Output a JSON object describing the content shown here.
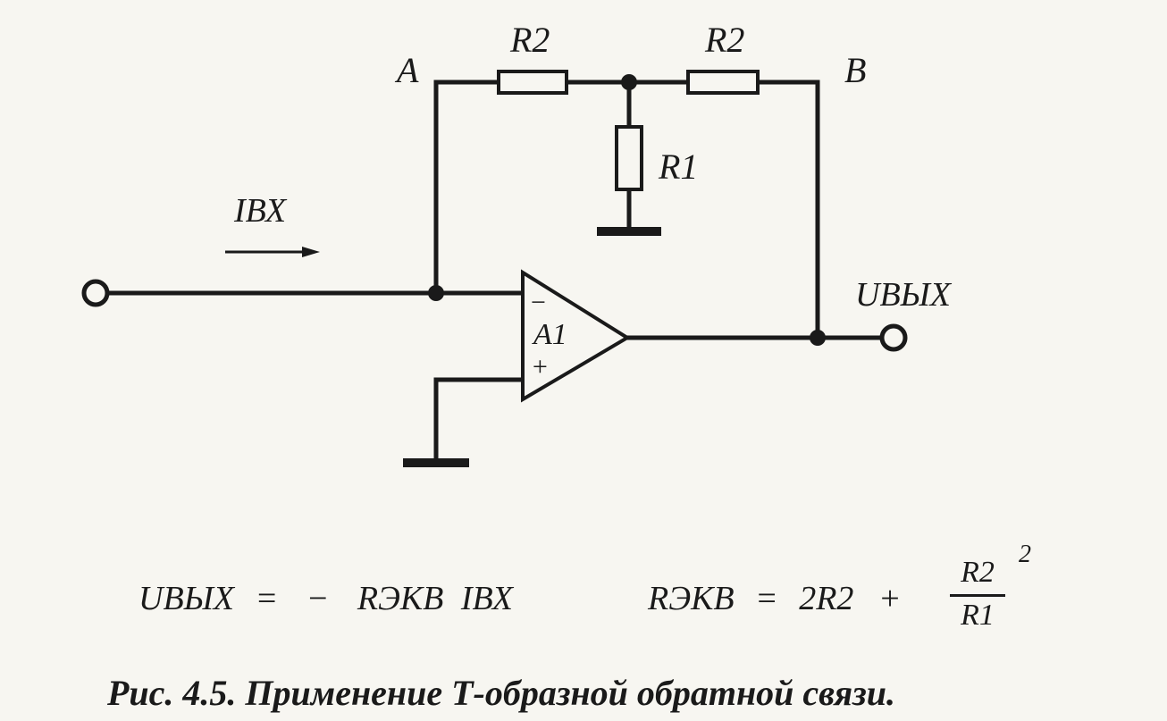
{
  "figure": {
    "labels": {
      "node_a": "A",
      "node_b": "B",
      "r2_left": "R2",
      "r2_right": "R2",
      "r1": "R1",
      "input_current": "IВХ",
      "output_voltage": "UВЫХ",
      "opamp": "A1",
      "inverting_input": "−",
      "noninverting_input": "+"
    }
  },
  "formulas": {
    "output": {
      "lhs": "UВЫХ",
      "equals": "=",
      "minus": "−",
      "r_term": "RЭКВ",
      "i_term": "IВХ"
    },
    "equivalent": {
      "lhs": "RЭКВ",
      "equals": "=",
      "first_term": "2R2",
      "plus": "+",
      "numerator": "R2",
      "denominator": "R1",
      "exponent": "2"
    }
  },
  "caption": {
    "text": "Рис. 4.5. Применение Т-образной обратной связи."
  }
}
